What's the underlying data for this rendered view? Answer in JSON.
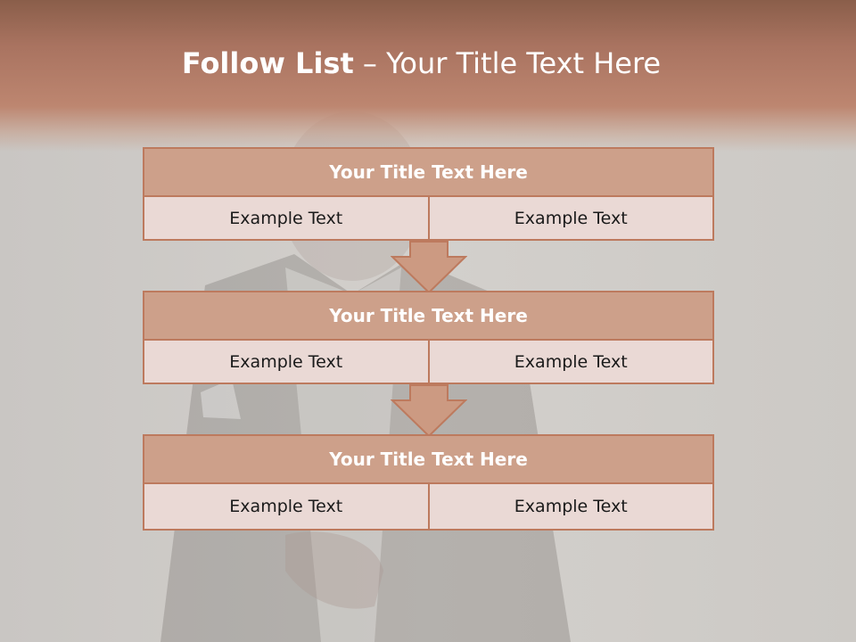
{
  "slide": {
    "title_bold": "Follow List",
    "title_separator": " – ",
    "title_rest": "Your Title Text Here",
    "blocks": [
      {
        "title": "Your Title Text Here",
        "left": "Example Text",
        "right": "Example Text"
      },
      {
        "title": "Your Title Text Here",
        "left": "Example Text",
        "right": "Example Text"
      },
      {
        "title": "Your Title Text Here",
        "left": "Example Text",
        "right": "Example Text"
      }
    ]
  },
  "colors": {
    "header": "#b07a64",
    "box_title": "#cda08a",
    "box_border": "#bd7a5e",
    "cell_fill": "#ead9d5",
    "arrow_fill": "#cc9a82"
  },
  "icons": [
    "down-arrow-icon"
  ]
}
